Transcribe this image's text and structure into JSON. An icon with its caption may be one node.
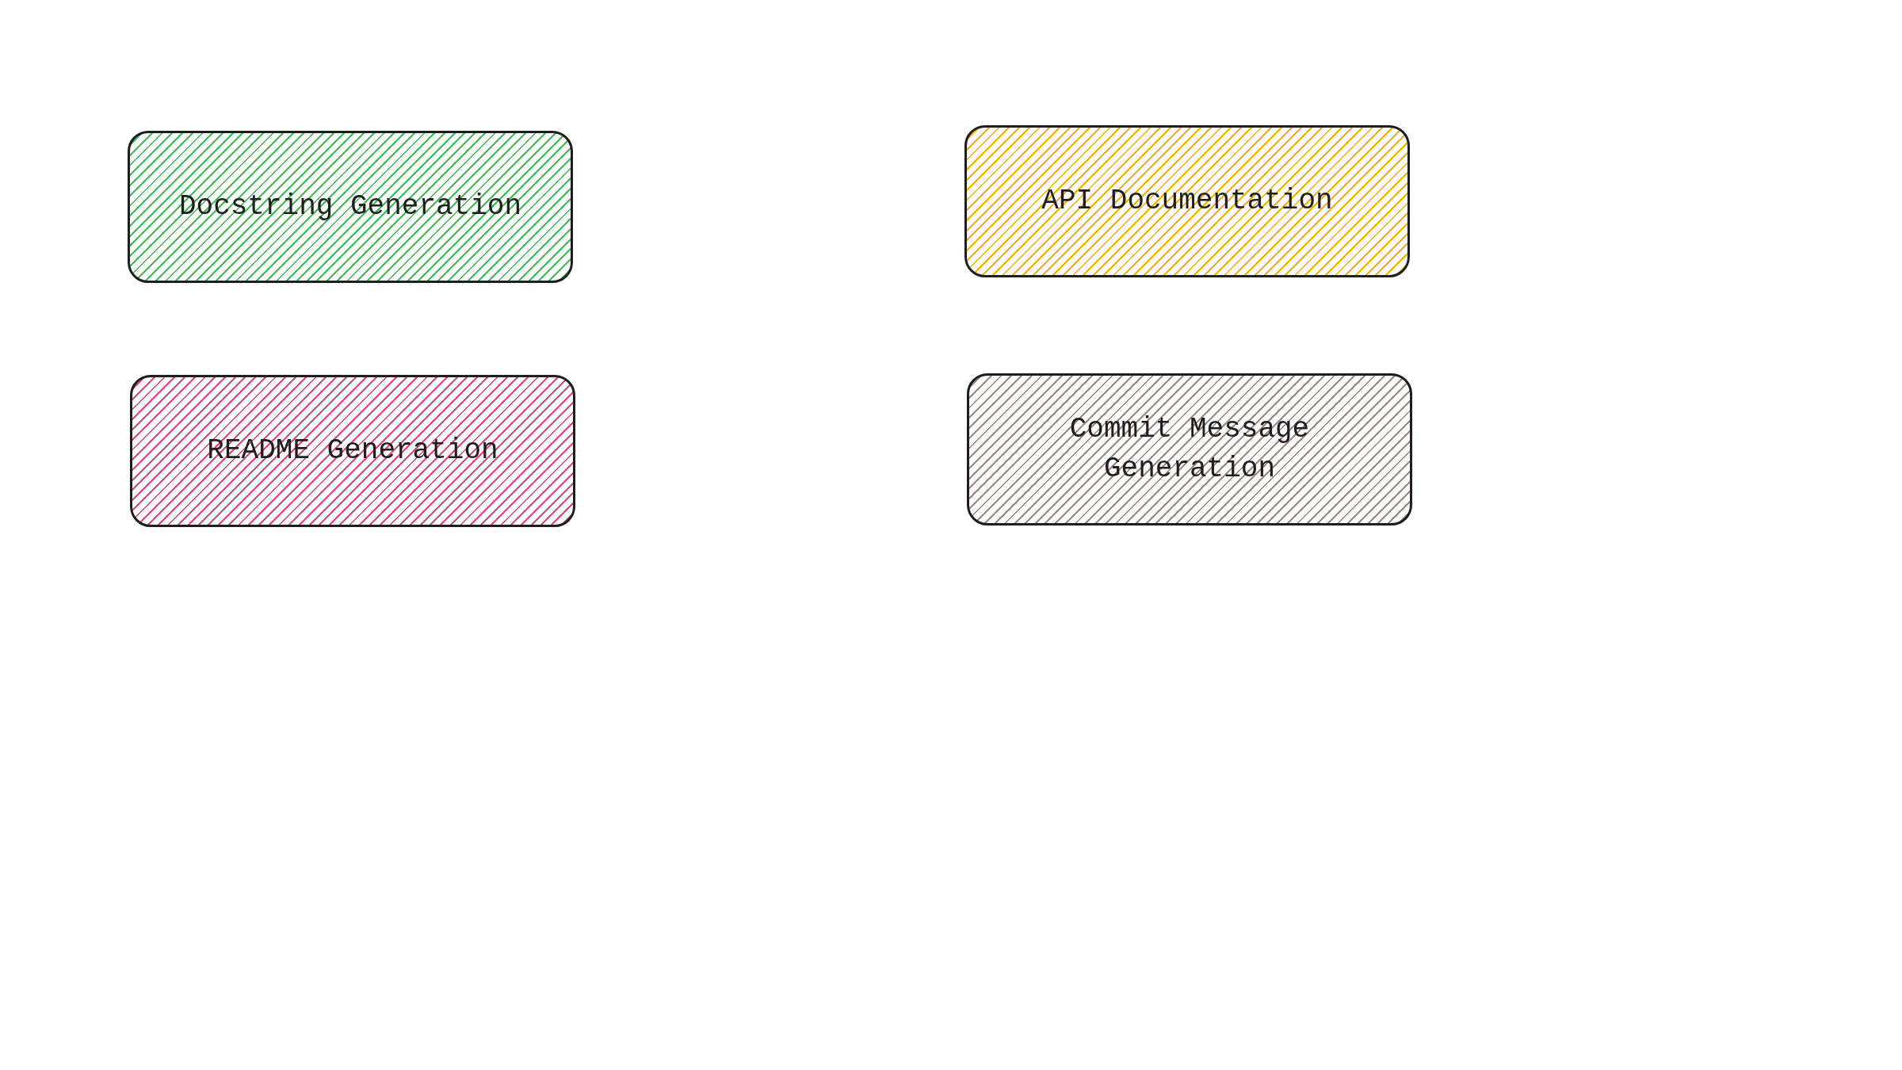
{
  "diagram": {
    "nodes": [
      {
        "text": [
          "Docstring Generation"
        ]
      },
      {
        "text": [
          "API Documentation"
        ]
      },
      {
        "text": [
          "README Generation"
        ]
      },
      {
        "text": [
          "Commit Message Generation"
        ]
      }
    ]
  }
}
